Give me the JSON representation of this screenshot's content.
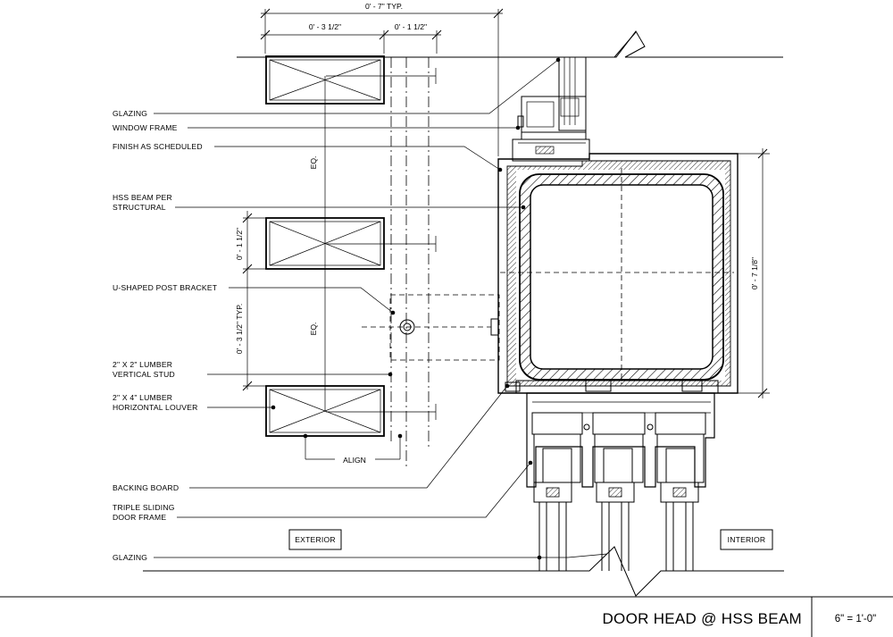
{
  "drawing": {
    "title": "DOOR HEAD @ HSS BEAM",
    "scale": "6\" = 1'-0\""
  },
  "dimensions": {
    "overall_top": "0' - 7\" TYP.",
    "louver_width": "0' - 3 1/2\"",
    "offset_top": "0' - 1 1/2\"",
    "eq_upper": "EQ.",
    "eq_lower": "EQ.",
    "louver_depth": "0' - 1 1/2\"",
    "louver_spacing": "0' - 3 1/2\" TYP.",
    "beam_height": "0' - 7 1/8\"",
    "align": "ALIGN"
  },
  "callouts": {
    "glazing_top": "GLAZING",
    "window_frame": "WINDOW FRAME",
    "finish": "FINISH AS SCHEDULED",
    "hss_line1": "HSS BEAM PER",
    "hss_line2": "STRUCTURAL",
    "bracket": "U-SHAPED POST BRACKET",
    "stud_line1": "2\" X 2\" LUMBER",
    "stud_line2": "VERTICAL STUD",
    "louver_line1": "2\" X 4\" LUMBER",
    "louver_line2": "HORIZONTAL LOUVER",
    "backing": "BACKING BOARD",
    "door_line1": "TRIPLE SLIDING",
    "door_line2": "DOOR FRAME",
    "glazing_bottom": "GLAZING"
  },
  "zones": {
    "exterior": "EXTERIOR",
    "interior": "INTERIOR"
  }
}
